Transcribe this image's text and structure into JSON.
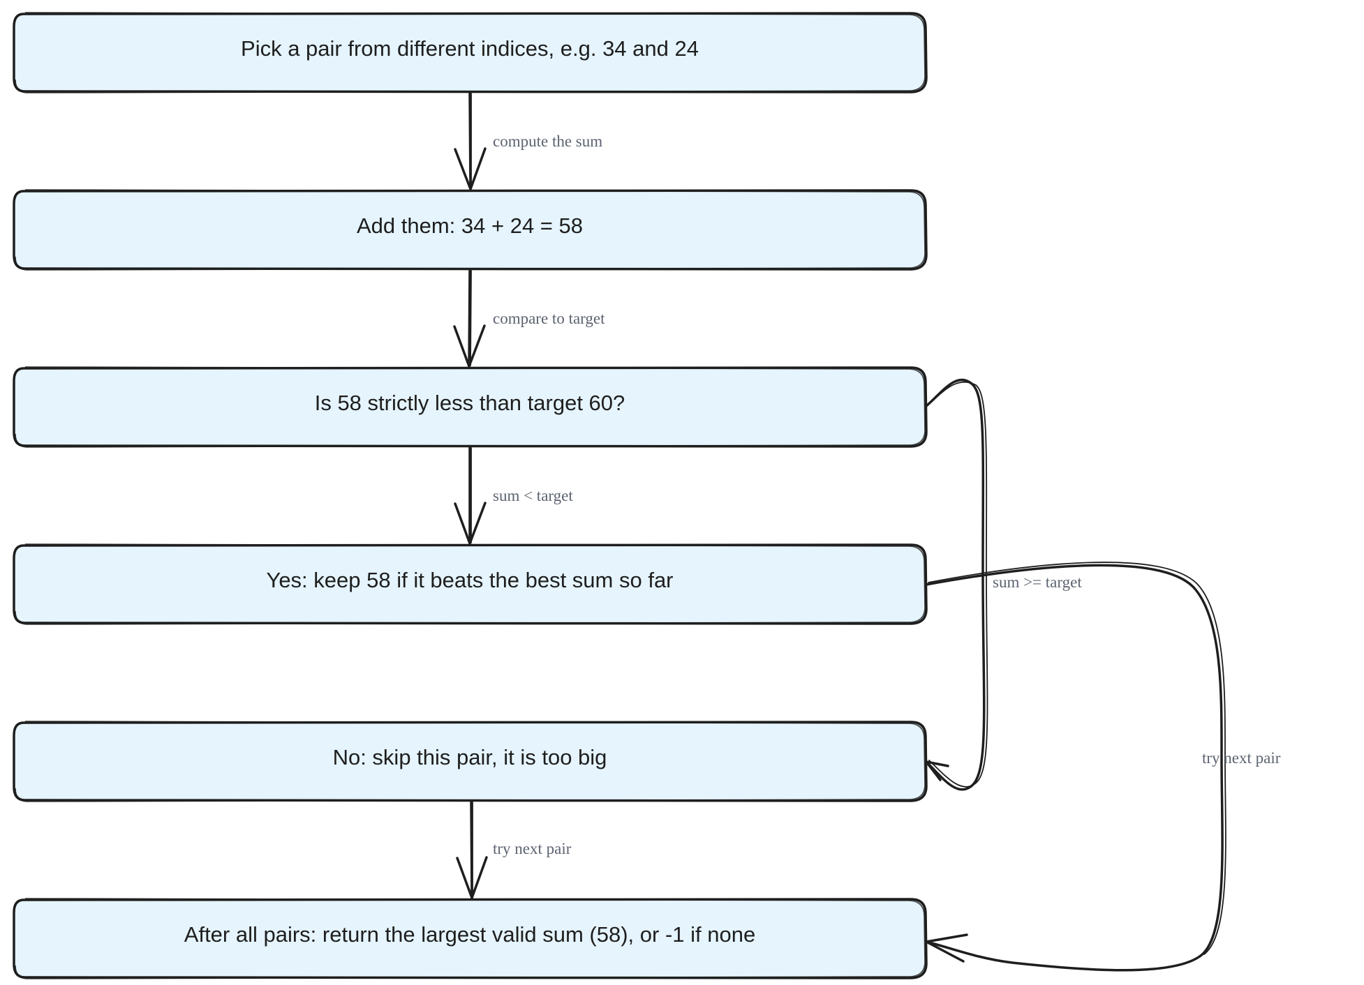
{
  "diagram": {
    "nodes": [
      {
        "id": "pick",
        "label": "Pick a pair from different indices, e.g. 34 and 24"
      },
      {
        "id": "add",
        "label": "Add them: 34 + 24 = 58"
      },
      {
        "id": "compare",
        "label": "Is 58 strictly less than target 60?"
      },
      {
        "id": "yes",
        "label": "Yes: keep 58 if it beats the best sum so far"
      },
      {
        "id": "no",
        "label": "No: skip this pair, it is too big"
      },
      {
        "id": "result",
        "label": "After all pairs: return the largest valid sum (58), or -1 if none"
      }
    ],
    "edges": [
      {
        "from": "pick",
        "to": "add",
        "label": "compute the sum"
      },
      {
        "from": "add",
        "to": "compare",
        "label": "compare to target"
      },
      {
        "from": "compare",
        "to": "yes",
        "label": "sum < target"
      },
      {
        "from": "compare",
        "to": "no",
        "label": "sum >= target"
      },
      {
        "from": "yes",
        "to": "result",
        "label": "try next pair"
      },
      {
        "from": "no",
        "to": "result",
        "label": "try next pair"
      }
    ]
  },
  "colors": {
    "node_fill": "#e5f4fd",
    "stroke": "#1e1e1e",
    "edge_label": "#5c6370"
  }
}
